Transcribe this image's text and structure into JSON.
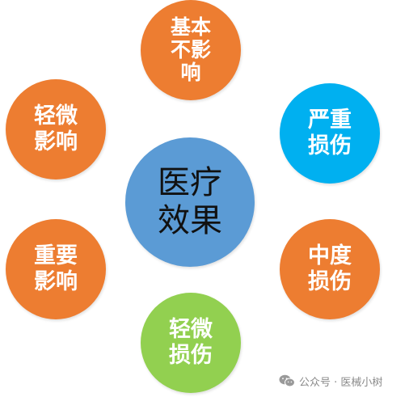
{
  "diagram": {
    "center": {
      "label": "医疗\n效果",
      "color": "#5b9bd5"
    },
    "nodes": {
      "top": {
        "label": "基本\n不影\n响",
        "color": "#ed7d31"
      },
      "upper_left": {
        "label": "轻微\n影响",
        "color": "#ed7d31"
      },
      "upper_right": {
        "label": "严重\n损伤",
        "color": "#00b0f0"
      },
      "lower_left": {
        "label": "重要\n影响",
        "color": "#ed7d31"
      },
      "lower_right": {
        "label": "中度\n损伤",
        "color": "#ed7d31"
      },
      "bottom": {
        "label": "轻微\n损伤",
        "color": "#92d050"
      }
    }
  },
  "watermark": {
    "icon": "wechat-icon",
    "text": "公众号 · 医械小树"
  }
}
